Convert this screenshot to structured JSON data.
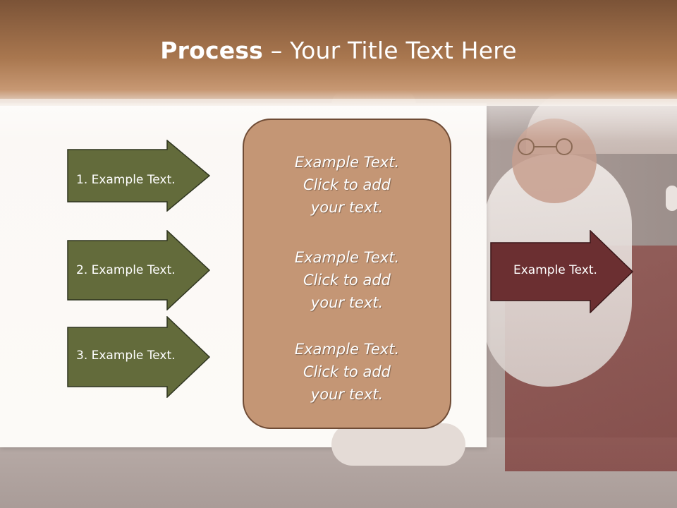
{
  "slide": {
    "title_bold": "Process",
    "title_rest": " – Your Title Text Here"
  },
  "left_arrows": [
    {
      "label": "1. Example Text."
    },
    {
      "label": "2. Example Text."
    },
    {
      "label": "3. Example Text."
    }
  ],
  "center_box": {
    "blocks": [
      {
        "line1": "Example Text.",
        "line2": "Click  to add",
        "line3": "your text."
      },
      {
        "line1": "Example Text.",
        "line2": "Click  to add",
        "line3": "your text."
      },
      {
        "line1": "Example Text.",
        "line2": "Click  to add",
        "line3": "your text."
      }
    ]
  },
  "right_arrow": {
    "label": "Example Text."
  },
  "colors": {
    "left_arrow_fill": "#636b3b",
    "right_arrow_fill": "#6b2f31",
    "center_box_fill": "#c49675",
    "header_brown": "#8c5f3f"
  }
}
